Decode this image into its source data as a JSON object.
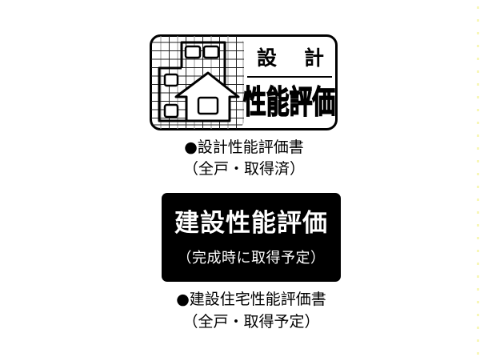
{
  "design_logo": {
    "line1": "設　計",
    "line1_chars": [
      "設",
      "計"
    ],
    "line2": "性能評価",
    "icon": "house-on-grid-icon"
  },
  "design_caption": {
    "bullet": "●",
    "title": "設計性能評価書",
    "status": "（全戸・取得済）"
  },
  "construction_badge": {
    "title": "建設性能評価",
    "subtitle": "（完成時に取得予定）",
    "background_color": "#000000",
    "text_color": "#ffffff"
  },
  "construction_caption": {
    "bullet": "●",
    "title": "建設住宅性能評価書",
    "status": "（全戸・取得予定）"
  }
}
